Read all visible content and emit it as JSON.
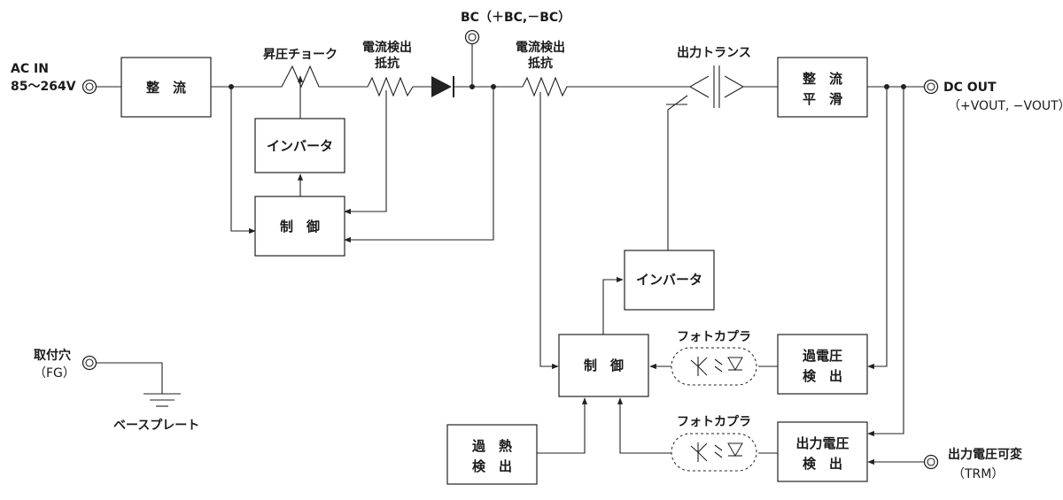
{
  "terminals": {
    "ac_in_line1": "AC IN",
    "ac_in_line2": "85～264V",
    "bc": "BC（＋BC,－BC）",
    "dc_out_line1": "DC OUT",
    "dc_out_line2": "（+VOUT, −VOUT）",
    "trm_line1": "出力電圧可変",
    "trm_line2": "（TRM）",
    "fg_line1": "取付穴",
    "fg_line2": "（FG）",
    "base_plate": "ベースプレート"
  },
  "blocks": {
    "rectifier_in": "整　流",
    "inverter_1": "インバータ",
    "control_1": "制　御",
    "rect_smooth_1": "整　流",
    "rect_smooth_2": "平　滑",
    "inverter_2": "インバータ",
    "control_2": "制　御",
    "overvolt_1": "過電圧",
    "overvolt_2": "検　出",
    "overheat_1": "過　熱",
    "overheat_2": "検　出",
    "outvolt_1": "出力電圧",
    "outvolt_2": "検　出"
  },
  "labels": {
    "boost_choke": "昇圧チョーク",
    "sense_resistor_1a": "電流検出",
    "sense_resistor_1b": "抵抗",
    "sense_resistor_2a": "電流検出",
    "sense_resistor_2b": "抵抗",
    "output_transformer": "出力トランス",
    "photocoupler_1": "フォトカプラ",
    "photocoupler_2": "フォトカプラ"
  }
}
